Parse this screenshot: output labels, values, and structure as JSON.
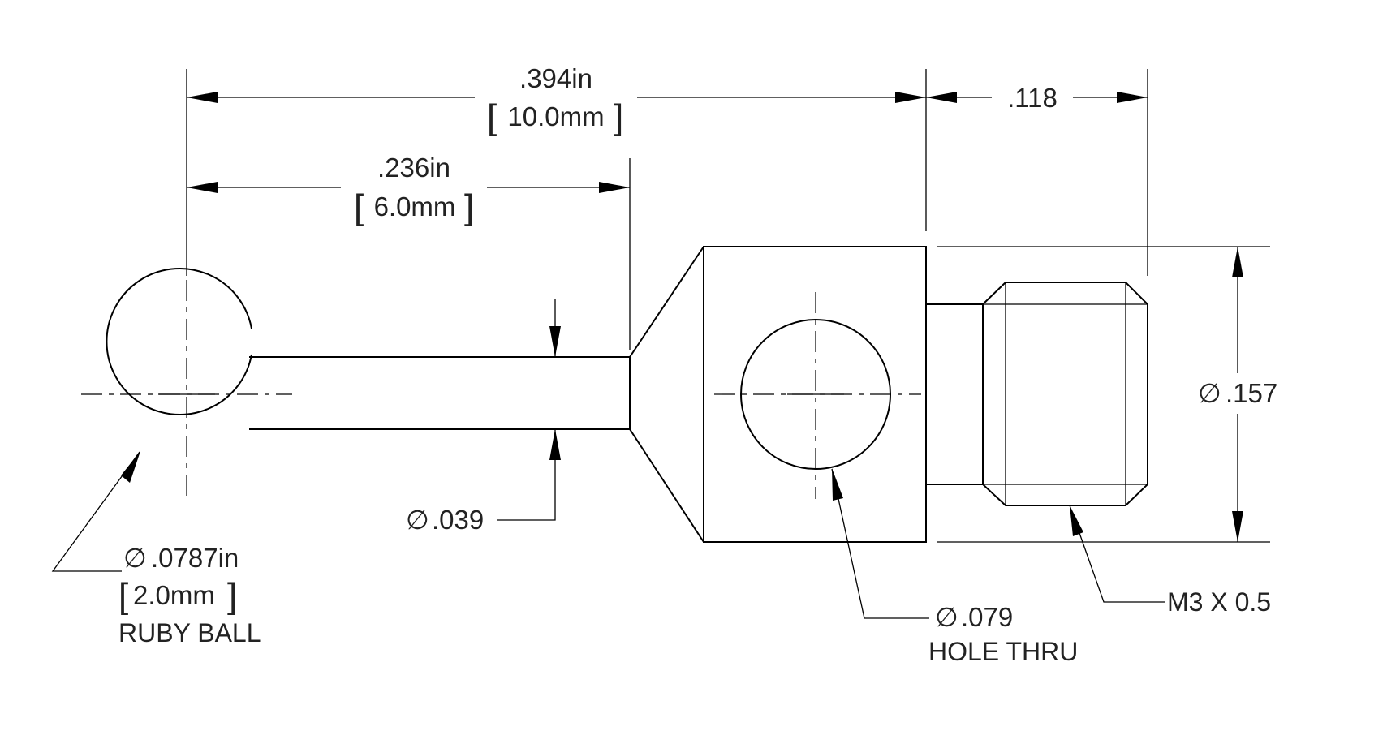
{
  "dimensions": {
    "overall_length_in": ".394in",
    "overall_length_mm": "10.0mm",
    "stem_length_in": ".236in",
    "stem_length_mm": "6.0mm",
    "thread_length": ".118",
    "body_diameter": ".157",
    "stem_diameter": ".039",
    "ball_diameter_in": ".0787in",
    "ball_diameter_mm": "2.0mm",
    "hole_diameter": ".079",
    "thread_spec": "M3 X 0.5"
  },
  "notes": {
    "ball_label": "RUBY BALL",
    "hole_label": "HOLE THRU"
  },
  "symbols": {
    "diameter": "∅",
    "bracket_open": "[",
    "bracket_close": "]"
  }
}
